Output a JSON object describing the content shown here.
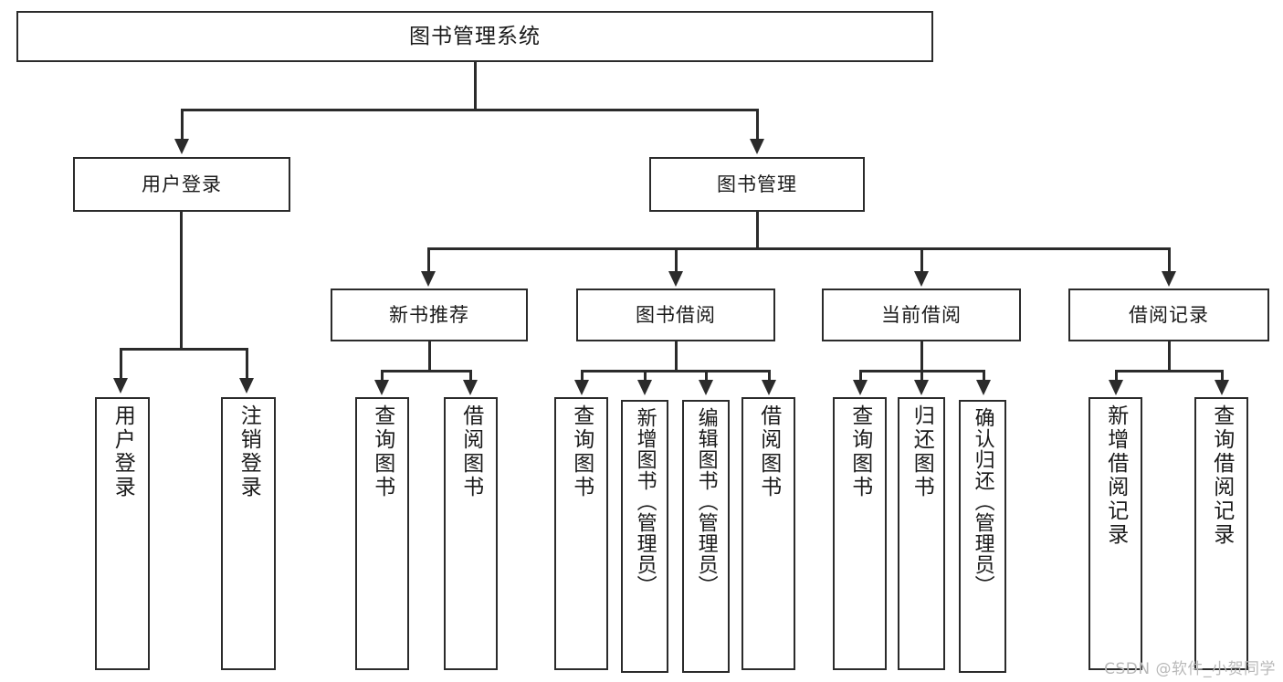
{
  "diagram": {
    "title": "图书管理系统",
    "type": "tree",
    "root": {
      "id": "root",
      "label": "图书管理系统"
    },
    "level2": [
      {
        "id": "user-login",
        "label": "用户登录"
      },
      {
        "id": "book-manage",
        "label": "图书管理"
      }
    ],
    "level3": [
      {
        "id": "new-book-rec",
        "label": "新书推荐"
      },
      {
        "id": "book-borrow",
        "label": "图书借阅"
      },
      {
        "id": "current-borrow",
        "label": "当前借阅"
      },
      {
        "id": "borrow-record",
        "label": "借阅记录"
      }
    ],
    "leaves": {
      "user_login": [
        {
          "id": "leaf-user-login",
          "label": "用户登录"
        },
        {
          "id": "leaf-logout-login",
          "label": "注销登录"
        }
      ],
      "new_book_rec": [
        {
          "id": "leaf-query-book-1",
          "label": "查询图书"
        },
        {
          "id": "leaf-borrow-book-1",
          "label": "借阅图书"
        }
      ],
      "book_borrow": [
        {
          "id": "leaf-query-book-2",
          "label": "查询图书"
        },
        {
          "id": "leaf-add-book",
          "label": "新增图书（管理员）"
        },
        {
          "id": "leaf-edit-book",
          "label": "编辑图书（管理员）"
        },
        {
          "id": "leaf-borrow-book-2",
          "label": "借阅图书"
        }
      ],
      "current_borrow": [
        {
          "id": "leaf-query-book-3",
          "label": "查询图书"
        },
        {
          "id": "leaf-return-book",
          "label": "归还图书"
        },
        {
          "id": "leaf-confirm-return",
          "label": "确认归还（管理员）"
        }
      ],
      "borrow_record": [
        {
          "id": "leaf-add-record",
          "label": "新增借阅记录"
        },
        {
          "id": "leaf-query-record",
          "label": "查询借阅记录"
        }
      ]
    }
  },
  "watermark": {
    "text": "CSDN @软件_小贺同学"
  },
  "colors": {
    "stroke": "#2b2b2b",
    "background": "#ffffff",
    "text": "#1a1a1a",
    "watermark": "#b9b9b9"
  }
}
